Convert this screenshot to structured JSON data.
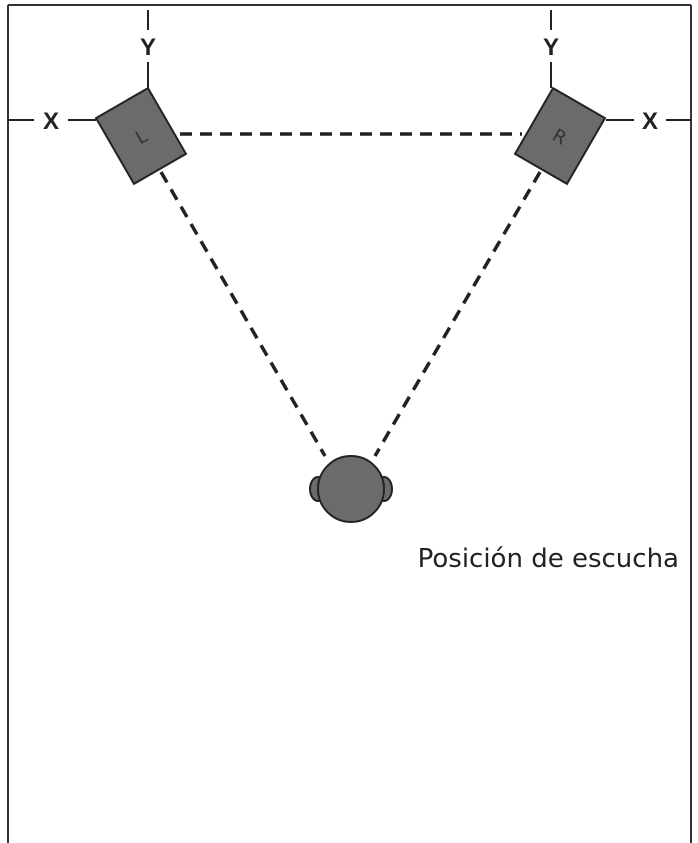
{
  "axes": {
    "x_label": "X",
    "y_label": "Y"
  },
  "speakers": {
    "left_label": "L",
    "right_label": "R"
  },
  "listener": {
    "caption": "Posición de escucha"
  },
  "colors": {
    "room_wall": "#333333",
    "speaker_fill": "#6b6b6b",
    "head_fill": "#6b6b6b",
    "outline": "#222222",
    "dashed_line": "#222222"
  }
}
